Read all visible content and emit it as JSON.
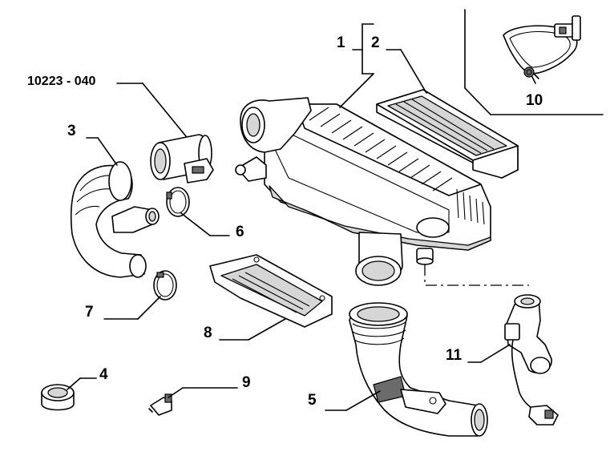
{
  "diagram": {
    "callouts": [
      {
        "id": "c1",
        "label": "1"
      },
      {
        "id": "c2",
        "label": "2"
      },
      {
        "id": "c3",
        "label": "3"
      },
      {
        "id": "c4",
        "label": "4"
      },
      {
        "id": "c5",
        "label": "5"
      },
      {
        "id": "c6",
        "label": "6"
      },
      {
        "id": "c7",
        "label": "7"
      },
      {
        "id": "c8",
        "label": "8"
      },
      {
        "id": "c9",
        "label": "9"
      },
      {
        "id": "c10",
        "label": "10"
      },
      {
        "id": "c11",
        "label": "11"
      },
      {
        "id": "ref",
        "label": "10223 - 040"
      }
    ]
  }
}
